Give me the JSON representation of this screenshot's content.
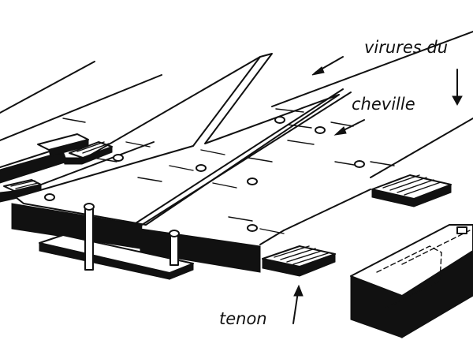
{
  "labels": {
    "virures": "virures du",
    "cheville": "cheville",
    "tenon": "tenon"
  },
  "colors": {
    "ink": "#111111",
    "paper": "#ffffff"
  }
}
